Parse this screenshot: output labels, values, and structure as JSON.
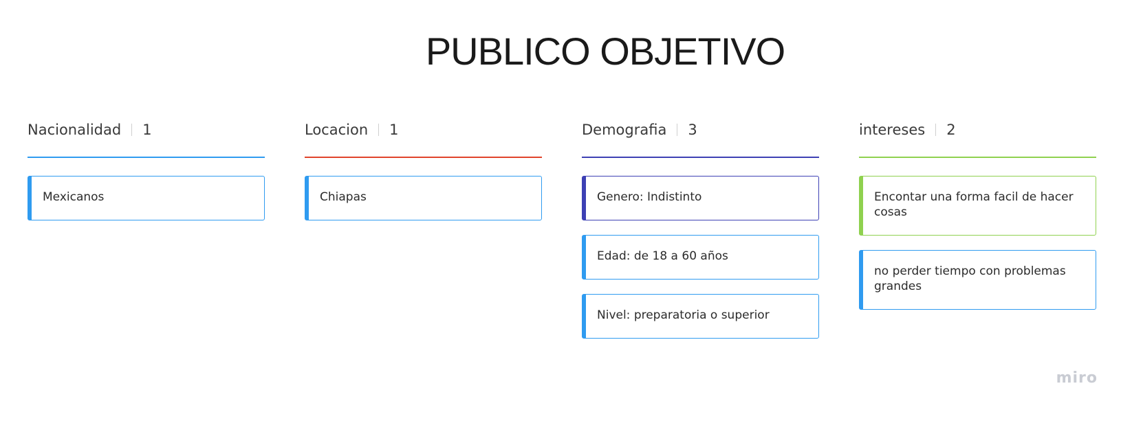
{
  "title": "PUBLICO OBJETIVO",
  "columns": [
    {
      "name": "Nacionalidad",
      "count": "1",
      "color": "#2f9bf0",
      "cards": [
        {
          "text": "Mexicanos",
          "color": "#2f9bf0"
        }
      ]
    },
    {
      "name": "Locacion",
      "count": "1",
      "color": "#e0442b",
      "cards": [
        {
          "text": "Chiapas",
          "color": "#2f9bf0"
        }
      ]
    },
    {
      "name": "Demografia",
      "count": "3",
      "color": "#3d40b4",
      "cards": [
        {
          "text": "Genero: Indistinto",
          "color": "#3d40b4"
        },
        {
          "text": "Edad: de 18 a 60 años",
          "color": "#2f9bf0"
        },
        {
          "text": "Nivel: preparatoria o superior",
          "color": "#2f9bf0"
        }
      ]
    },
    {
      "name": "intereses",
      "count": "2",
      "color": "#8fd14f",
      "cards": [
        {
          "text": "Encontar una forma facil de hacer cosas",
          "color": "#8fd14f"
        },
        {
          "text": "no perder tiempo con problemas grandes",
          "color": "#2f9bf0"
        }
      ]
    }
  ],
  "watermark": "miro"
}
